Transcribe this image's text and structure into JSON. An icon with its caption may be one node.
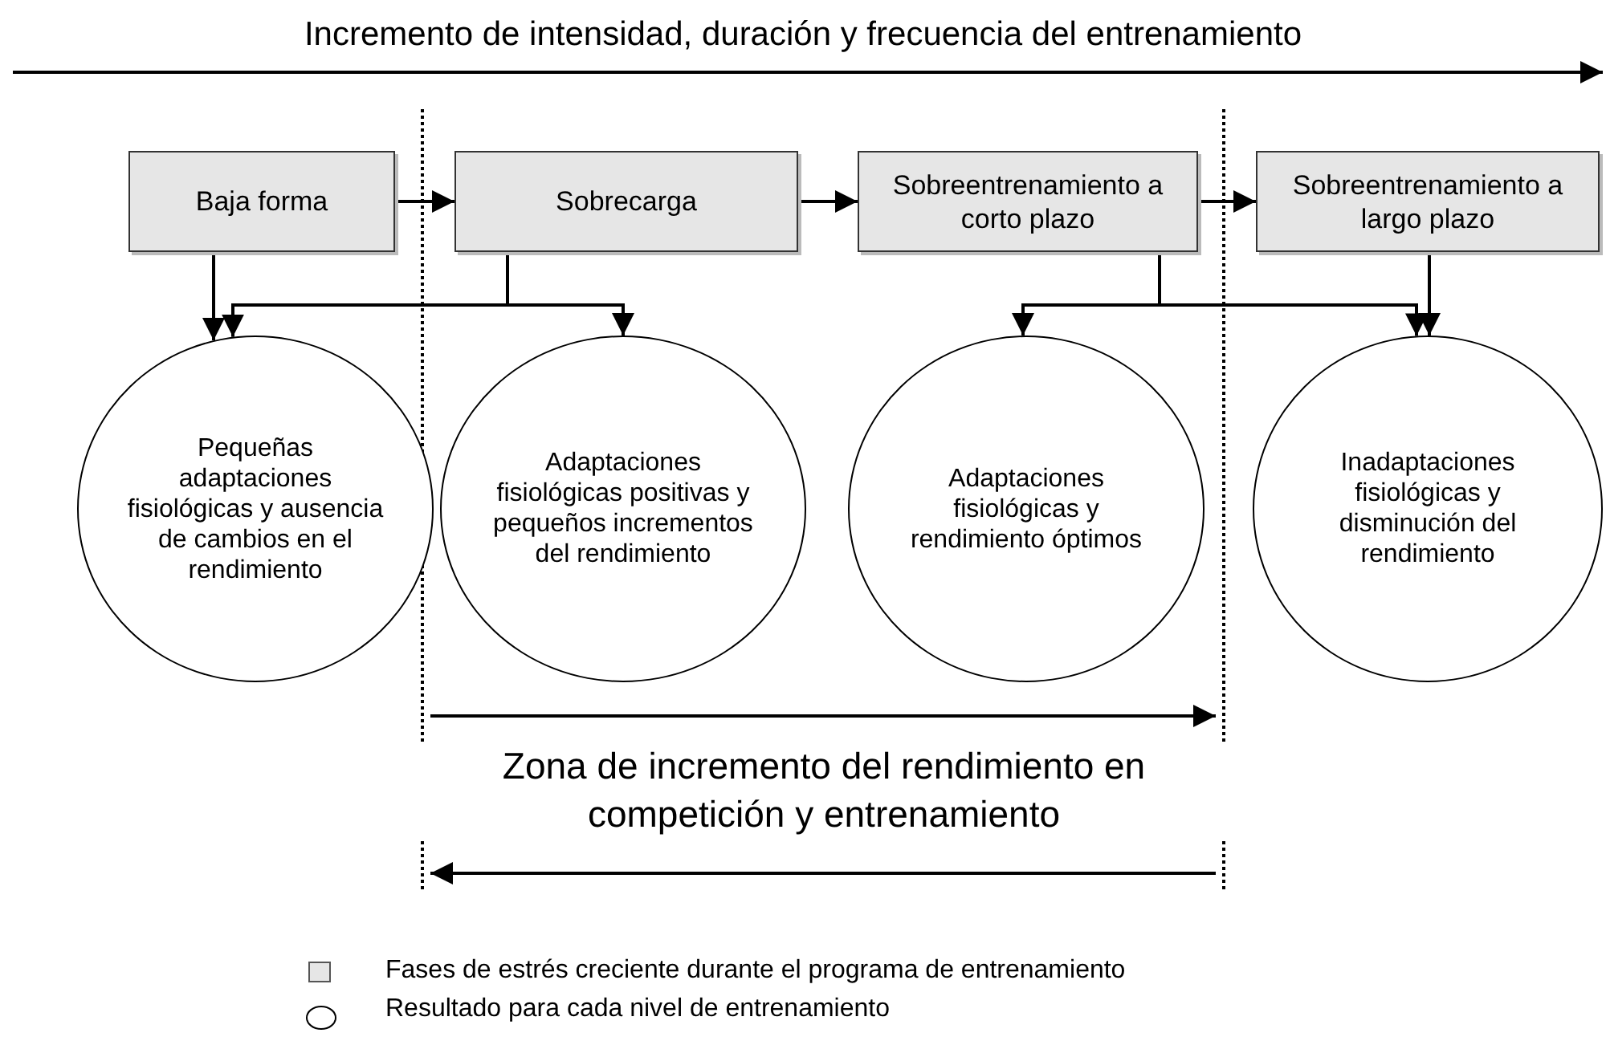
{
  "diagram": {
    "title": "Incremento de intensidad, duración y frecuencia del entrenamiento",
    "nodes": [
      {
        "text": [
          "Baja forma"
        ]
      },
      {
        "text": [
          "Sobrecarga"
        ]
      },
      {
        "text": [
          "Sobreentrenamiento a corto plazo"
        ]
      },
      {
        "text": [
          "Sobreentrenamiento a largo plazo"
        ]
      },
      {
        "text": [
          "Pequeñas adaptaciones fisiológicas y ausencia de cambios en el rendimiento"
        ]
      },
      {
        "text": [
          "Adaptaciones fisiológicas positivas y pequeños incrementos del rendimiento"
        ]
      },
      {
        "text": [
          "Adaptaciones fisiológicas y rendimiento óptimos"
        ]
      },
      {
        "text": [
          "Inadaptaciones fisiológicas y disminución del rendimiento"
        ]
      }
    ],
    "edges": [
      {
        "from": 0,
        "to": 1,
        "arrow": "to"
      },
      {
        "from": 1,
        "to": 2,
        "arrow": "to"
      },
      {
        "from": 2,
        "to": 3,
        "arrow": "to"
      },
      {
        "from": 0,
        "to": 4,
        "arrow": "to"
      },
      {
        "from": 1,
        "to": 4,
        "arrow": "to"
      },
      {
        "from": 1,
        "to": 5,
        "arrow": "to"
      },
      {
        "from": 2,
        "to": 6,
        "arrow": "to"
      },
      {
        "from": 2,
        "to": 7,
        "arrow": "to"
      },
      {
        "from": 3,
        "to": 7,
        "arrow": "to"
      }
    ],
    "labels": [
      "Zona de incremento del rendimiento en competición y entrenamiento"
    ],
    "legend": [
      {
        "text": "Fases de estrés creciente durante el programa de entrenamiento",
        "color": "#e6e6e6"
      },
      {
        "text": "Resultado para cada nivel de entrenamiento"
      }
    ]
  }
}
